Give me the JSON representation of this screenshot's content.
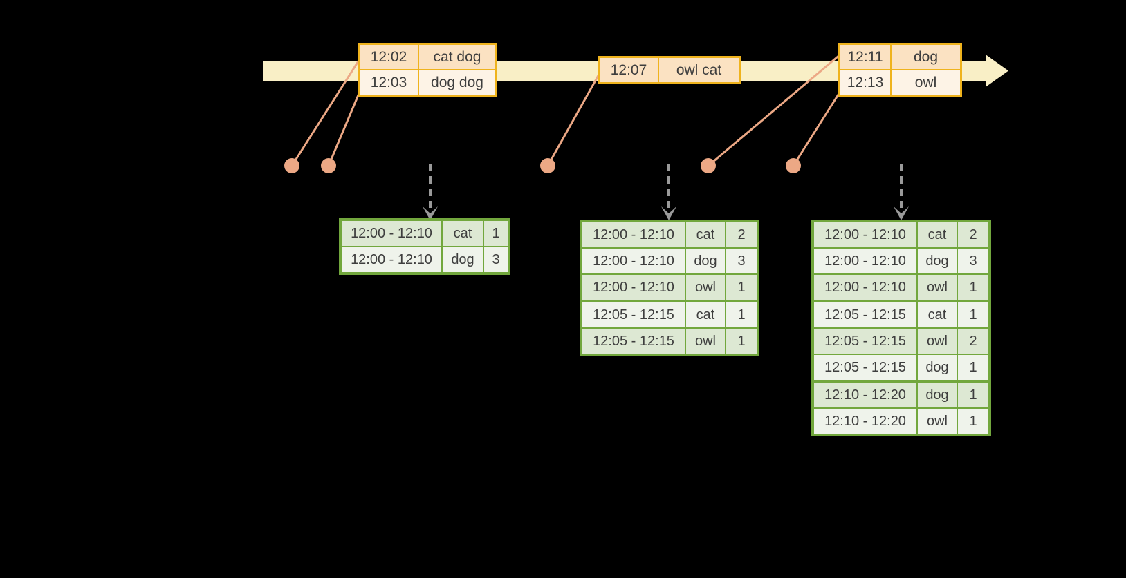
{
  "theme": {
    "background": "#000000",
    "timeline_band": "#f9efc6",
    "event_border": "#efb31d",
    "event_row_dark": "#fbe2c2",
    "event_row_light": "#fdf3e6",
    "marker_salmon": "#eca885",
    "trigger_gray": "#9a9a9a",
    "result_border": "#72a73d",
    "result_row_dark": "#dde8d3",
    "result_row_light": "#eff3eb",
    "text": "#3e3e3e"
  },
  "shapes": {
    "timeline_arrow": "right-arrow",
    "event_marker": "dot",
    "trigger_arrow": "dashed-down-arrow"
  },
  "timeline": {
    "event_tables": [
      {
        "rows": [
          {
            "time": "12:02",
            "words": "cat dog"
          },
          {
            "time": "12:03",
            "words": "dog dog"
          }
        ]
      },
      {
        "rows": [
          {
            "time": "12:07",
            "words": "owl cat"
          }
        ]
      },
      {
        "rows": [
          {
            "time": "12:11",
            "words": "dog"
          },
          {
            "time": "12:13",
            "words": "owl"
          }
        ]
      }
    ]
  },
  "result_tables": [
    {
      "rows": [
        {
          "window": "12:00 - 12:10",
          "word": "cat",
          "count": "1"
        },
        {
          "window": "12:00 - 12:10",
          "word": "dog",
          "count": "3"
        }
      ],
      "group_starts": []
    },
    {
      "rows": [
        {
          "window": "12:00 - 12:10",
          "word": "cat",
          "count": "2"
        },
        {
          "window": "12:00 - 12:10",
          "word": "dog",
          "count": "3"
        },
        {
          "window": "12:00 - 12:10",
          "word": "owl",
          "count": "1"
        },
        {
          "window": "12:05 - 12:15",
          "word": "cat",
          "count": "1"
        },
        {
          "window": "12:05 - 12:15",
          "word": "owl",
          "count": "1"
        }
      ],
      "group_starts": [
        3
      ]
    },
    {
      "rows": [
        {
          "window": "12:00 - 12:10",
          "word": "cat",
          "count": "2"
        },
        {
          "window": "12:00 - 12:10",
          "word": "dog",
          "count": "3"
        },
        {
          "window": "12:00 - 12:10",
          "word": "owl",
          "count": "1"
        },
        {
          "window": "12:05 - 12:15",
          "word": "cat",
          "count": "1"
        },
        {
          "window": "12:05 - 12:15",
          "word": "owl",
          "count": "2"
        },
        {
          "window": "12:05 - 12:15",
          "word": "dog",
          "count": "1"
        },
        {
          "window": "12:10 - 12:20",
          "word": "dog",
          "count": "1"
        },
        {
          "window": "12:10 - 12:20",
          "word": "owl",
          "count": "1"
        }
      ],
      "group_starts": [
        3,
        6
      ]
    }
  ]
}
